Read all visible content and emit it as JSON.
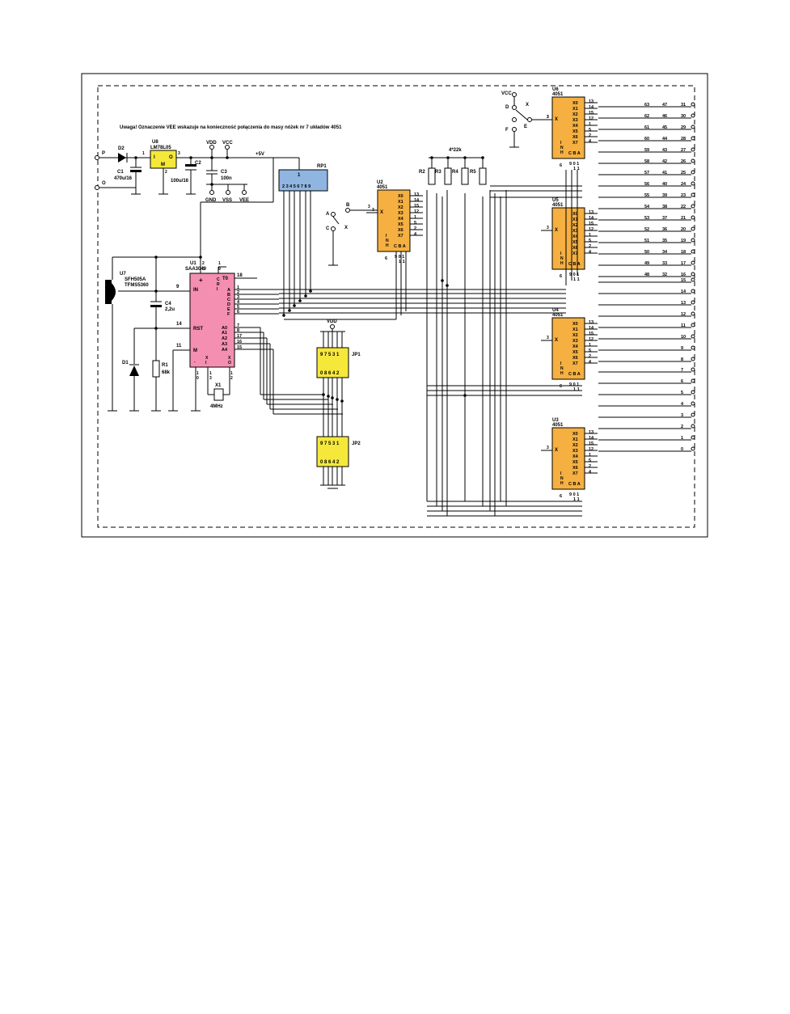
{
  "note": "Uwaga! Oznaczenie VEE wskazuje na konieczność połączenia do masy nóżek nr 7 układów 4051",
  "power": {
    "input_p": "P",
    "input_o": "O",
    "d2": "D2",
    "c1": "C1",
    "c1_val": "470u/16",
    "u8": "U8",
    "u8_part": "LM78L05",
    "u8_i": "I",
    "u8_o": "O",
    "u8_m": "M",
    "pin1": "1",
    "pin2": "2",
    "pin3": "3",
    "c2": "C2",
    "c2_val": "100u/16",
    "c3": "C3",
    "c3_val": "100n",
    "vdd": "VDD",
    "vcc": "VCC",
    "plus5v": "+5V",
    "gnd": "GND",
    "vss": "VSS",
    "vee": "VEE"
  },
  "ir": {
    "u7": "U7",
    "u7_part1": "SFH505A",
    "u7_part2": "TFMS5360",
    "c4": "C4",
    "c4_val": "2,2u",
    "d1": "D1",
    "r1": "R1",
    "r1_val": "68k"
  },
  "u1": {
    "ref": "U1",
    "part": "SAA3049",
    "in": "IN",
    "rst": "RST",
    "m": "M",
    "t0": "T0",
    "cri": "CRI",
    "data_pins": [
      "A",
      "B",
      "C",
      "D",
      "E",
      "F"
    ],
    "a_pins": [
      "A0",
      "A1",
      "A2",
      "A3",
      "A4"
    ],
    "pin_in": "9",
    "pin_rst": "14",
    "pin_m": "11",
    "pin_t0": "18",
    "right_nums": [
      "1",
      "2",
      "3",
      "4",
      "5",
      "6"
    ],
    "a_nums": [
      "7",
      "8",
      "17",
      "16",
      "15"
    ],
    "top_nums": [
      "2",
      "0",
      "1",
      "9"
    ],
    "bottom_labels": [
      "-",
      "X",
      "I",
      "X",
      "O"
    ],
    "bottom_nums": [
      "1",
      "0",
      "1",
      "3",
      "1",
      "2"
    ]
  },
  "x1": {
    "ref": "X1",
    "val": "4MHz"
  },
  "rp1": {
    "ref": "RP1",
    "pin1": "1",
    "pins": "2 3 4 5 6 7 8 9"
  },
  "sw1": {
    "a": "A",
    "b": "B",
    "c": "C",
    "x": "X",
    "n3": "3"
  },
  "sw2": {
    "vcc": "VCC",
    "d": "D",
    "e": "E",
    "f": "F",
    "x": "X"
  },
  "resistors": {
    "group": "4*22k",
    "labels": [
      "R2",
      "R3",
      "R4",
      "R5"
    ]
  },
  "mux_common": {
    "x": "X",
    "inh": "I N H",
    "cba": "C B A",
    "outs": [
      "X0",
      "X1",
      "X2",
      "X3",
      "X4",
      "X5",
      "X6",
      "X7"
    ],
    "pins": [
      "13",
      "14",
      "15",
      "12",
      "1",
      "5",
      "2",
      "4"
    ],
    "bottom": "6",
    "bottom_r": "9 0 1",
    "bottom_r2": "1 1",
    "in_pin": "3"
  },
  "muxes": [
    {
      "ref": "U2",
      "part": "4051"
    },
    {
      "ref": "U6",
      "part": "4051"
    },
    {
      "ref": "U5",
      "part": "4051"
    },
    {
      "ref": "U4",
      "part": "4051"
    },
    {
      "ref": "U3",
      "part": "4051"
    }
  ],
  "outputs": {
    "col1_u6": [
      "63",
      "62",
      "61",
      "60",
      "59",
      "58",
      "57",
      "56"
    ],
    "col2_u6": [
      "47",
      "46",
      "45",
      "44",
      "43",
      "42",
      "41",
      "40"
    ],
    "col3_u6": [
      "31",
      "30",
      "29",
      "28",
      "27",
      "26",
      "25",
      "24"
    ],
    "col1_u5": [
      "55",
      "54",
      "53",
      "52",
      "51",
      "50",
      "49",
      "48"
    ],
    "col2_u5": [
      "39",
      "38",
      "37",
      "36",
      "35",
      "34",
      "33",
      "32"
    ],
    "col3_u5": [
      "23",
      "22",
      "21",
      "20",
      "19",
      "18",
      "17",
      "16"
    ],
    "col3_u4": [
      "15",
      "14",
      "13",
      "12",
      "11",
      "10",
      "9",
      "8"
    ],
    "col3_u3": [
      "7",
      "6",
      "5",
      "4",
      "3",
      "2",
      "1",
      "0"
    ]
  },
  "jp1": {
    "ref": "JP1",
    "top": "9 7 5 3 1",
    "bot": "0 8 6 4 2",
    "vdd": "VDD"
  },
  "jp2": {
    "ref": "JP2",
    "top": "9 7 5 3 1",
    "bot": "0 8 6 4 2"
  }
}
